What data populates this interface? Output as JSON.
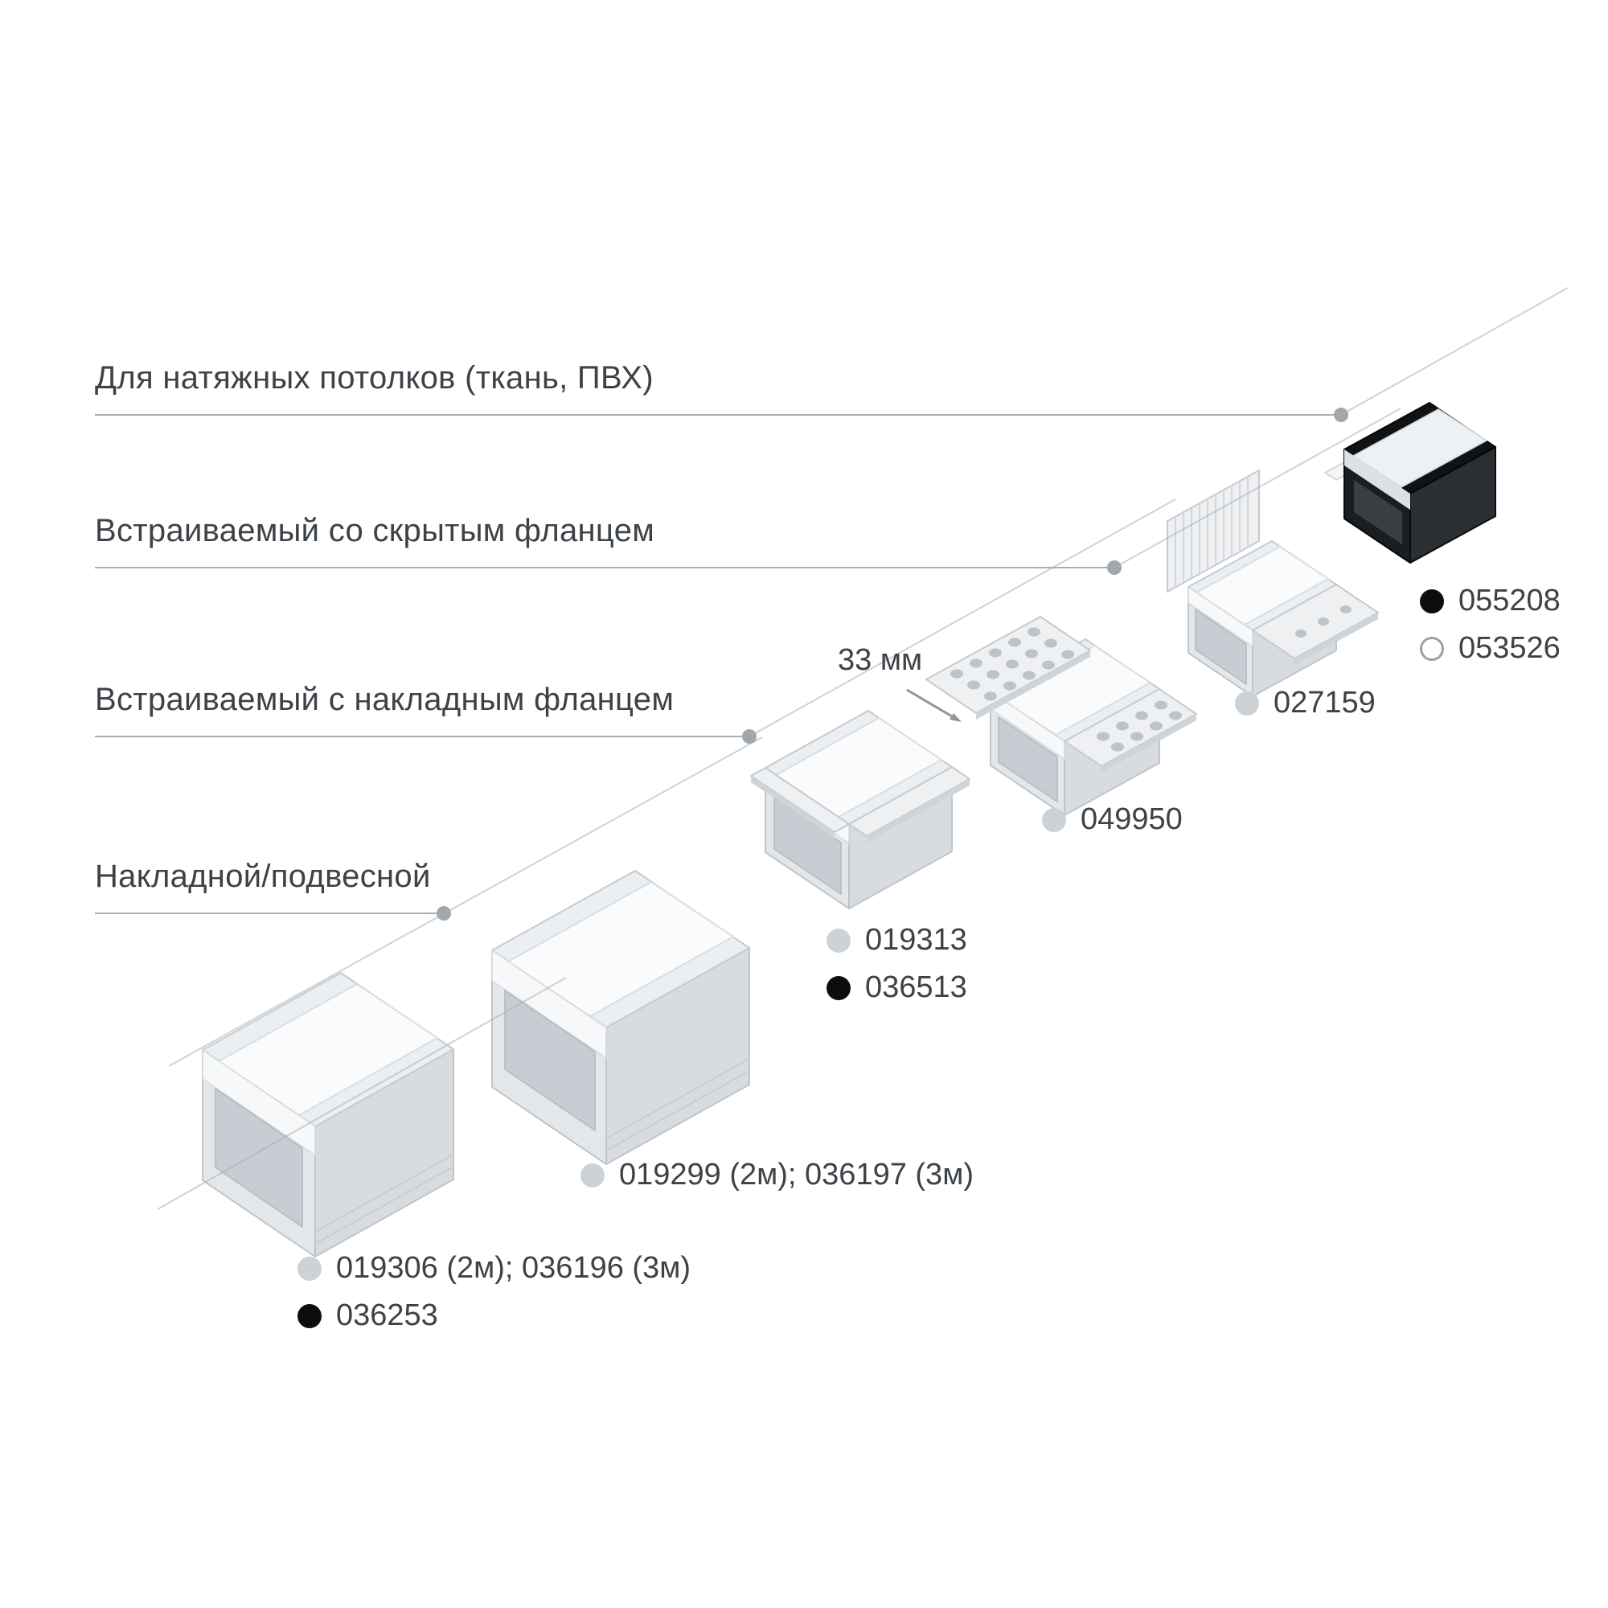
{
  "categories": [
    {
      "label": "Для натяжных потолков (ткань, ПВХ)"
    },
    {
      "label": "Встраиваемый со скрытым фланцем"
    },
    {
      "label": "Встраиваемый с накладным фланцем"
    },
    {
      "label": "Накладной/подвесной"
    }
  ],
  "dimension": {
    "label": "33 мм"
  },
  "codes": {
    "stretch": [
      {
        "value": "055208",
        "dot": "black"
      },
      {
        "value": "053526",
        "dot": "white"
      }
    ],
    "hidden_flange": [
      {
        "value": "027159",
        "dot": "gray"
      }
    ],
    "flange_small": [
      {
        "value": "049950",
        "dot": "gray"
      }
    ],
    "flange": [
      {
        "value": "019313",
        "dot": "gray"
      },
      {
        "value": "036513",
        "dot": "black"
      }
    ],
    "surface_mid": [
      {
        "value": "019299 (2м); 036197 (3м)",
        "dot": "gray"
      }
    ],
    "surface_large": [
      {
        "value": "019306 (2м); 036196 (3м)",
        "dot": "gray"
      },
      {
        "value": "036253",
        "dot": "black"
      }
    ]
  },
  "colors": {
    "text": "#3d4247",
    "line": "#a7adb3",
    "gray_dot": "#cdd2d6",
    "black_dot": "#0c0d0e",
    "aluminum": "#e4e7ea",
    "black_profile": "#1b1e21"
  }
}
